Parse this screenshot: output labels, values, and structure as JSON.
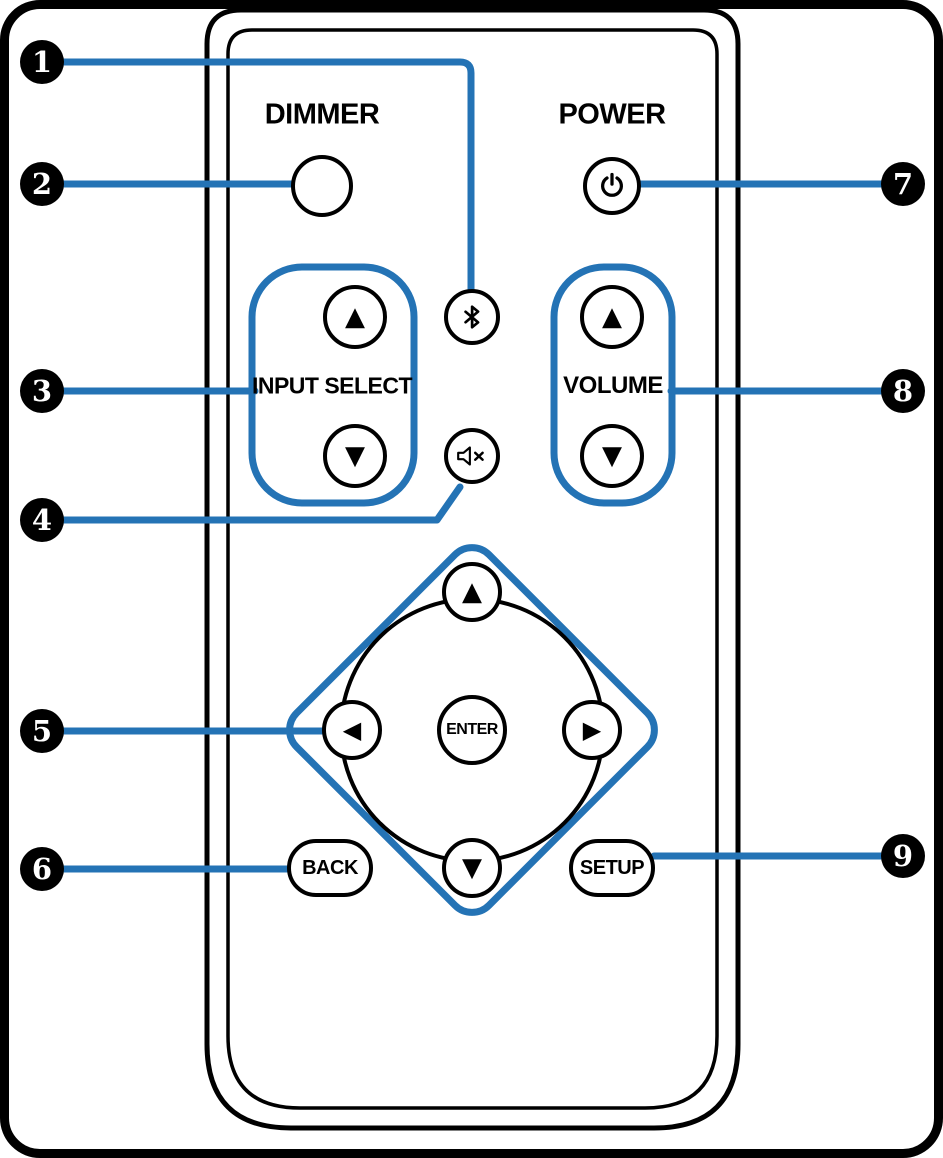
{
  "figure": {
    "kind": "remote-control-callout-diagram",
    "accent_color": "#2473b5",
    "outline_color": "#000000",
    "background_color": "#ffffff"
  },
  "buttons": {
    "dimmer": {
      "label": "DIMMER"
    },
    "power": {
      "label": "POWER",
      "icon": "power-icon"
    },
    "bluetooth": {
      "icon": "bluetooth-icon"
    },
    "mute": {
      "icon": "mute-speaker-icon"
    },
    "input_select": {
      "label": "INPUT SELECT",
      "up": "▲",
      "down": "▼"
    },
    "volume": {
      "label": "VOLUME",
      "up": "▲",
      "down": "▼"
    },
    "cursor": {
      "up": "▲",
      "down": "▼",
      "left": "◀",
      "right": "▶",
      "enter": "ENTER"
    },
    "back": {
      "label": "BACK"
    },
    "setup": {
      "label": "SETUP"
    }
  },
  "callouts": [
    {
      "number": "1",
      "target": "bluetooth-button"
    },
    {
      "number": "2",
      "target": "dimmer-button"
    },
    {
      "number": "3",
      "target": "input-select-buttons"
    },
    {
      "number": "4",
      "target": "mute-button"
    },
    {
      "number": "5",
      "target": "cursor-buttons"
    },
    {
      "number": "6",
      "target": "back-button"
    },
    {
      "number": "7",
      "target": "power-button"
    },
    {
      "number": "8",
      "target": "volume-buttons"
    },
    {
      "number": "9",
      "target": "setup-button"
    }
  ]
}
